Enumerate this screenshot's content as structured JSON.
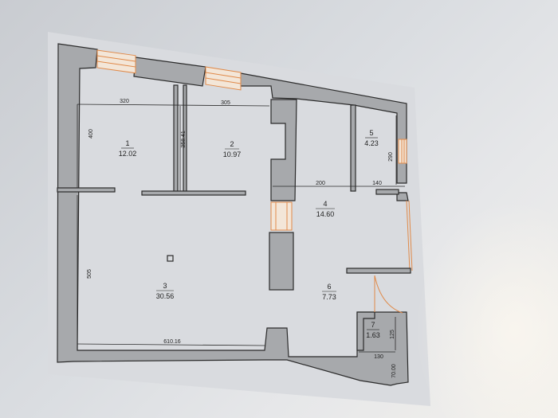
{
  "rooms": [
    {
      "number": "1",
      "area": "12.02"
    },
    {
      "number": "2",
      "area": "10.97"
    },
    {
      "number": "3",
      "area": "30.56"
    },
    {
      "number": "4",
      "area": "14.60"
    },
    {
      "number": "5",
      "area": "4.23"
    },
    {
      "number": "6",
      "area": "7.73"
    },
    {
      "number": "7",
      "area": "1.63"
    }
  ],
  "dimensions": {
    "top_left": "320",
    "top_right": "305",
    "room1_height": "400",
    "room2_height": "358.41",
    "room4_width": "200",
    "room5_width": "140",
    "room5_height": "290",
    "room3_height": "505",
    "bottom_width": "610.16",
    "room7_width": "130",
    "room7_height": "125",
    "corner": "70.00"
  }
}
